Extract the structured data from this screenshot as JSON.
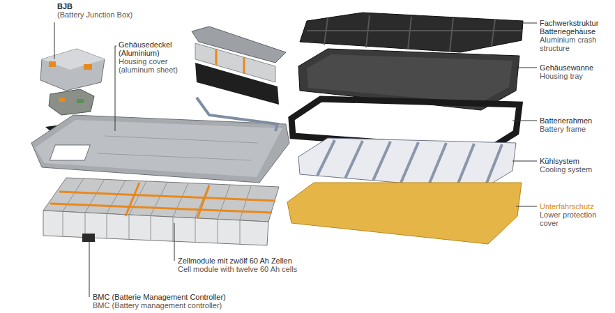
{
  "diagram": {
    "labels": [
      "BJB",
      "(Battery Junction Box)",
      "Gehäusedeckel (Aluminium)",
      "Housing cover (aluminum sheet)",
      "Zellmodule mit zwölf 60 Ah Zellen",
      "Cell module with twelve 60 Ah cells",
      "BMC (Batterie Management Controller)",
      "BMC (Battery management controller)",
      "Fachwerkstruktur Batteriegehäuse",
      "Aluminium crash structure",
      "Gehäusewanne",
      "Housing tray",
      "Batterierahmen",
      "Battery frame",
      "Kühlsystem",
      "Cooling system",
      "Unterfahrschutz",
      "Lower protection cover"
    ]
  }
}
